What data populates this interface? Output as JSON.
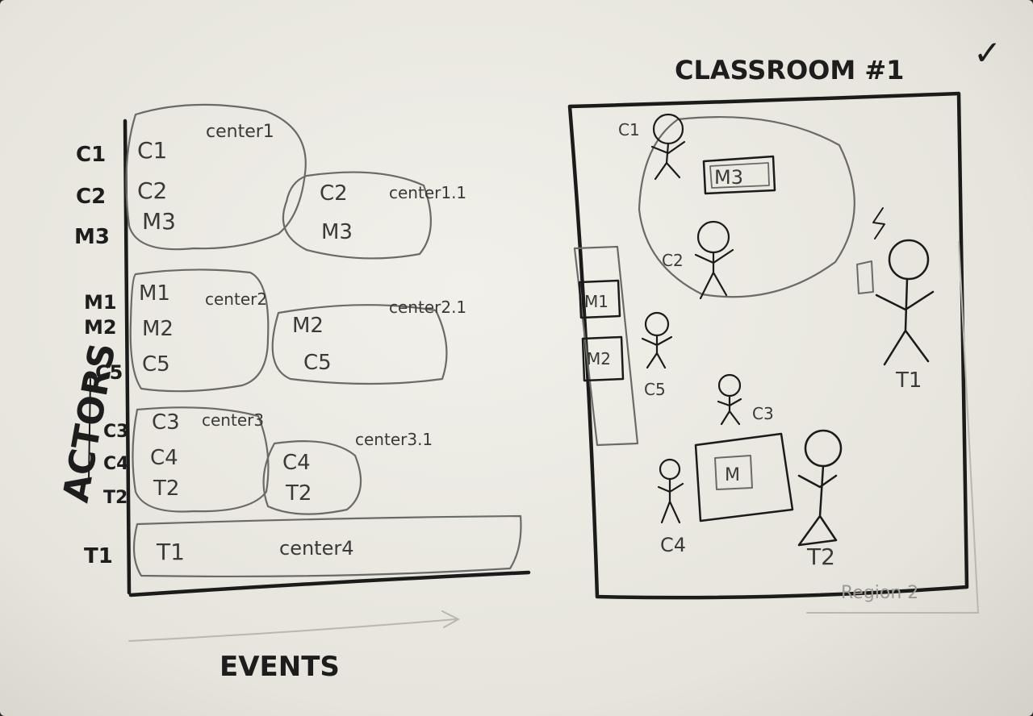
{
  "left_sketch": {
    "axis_y_label": "ACTORS",
    "axis_x_label": "EVENTS",
    "row_labels": [
      "C1",
      "C2",
      "M3",
      "M1",
      "M2",
      "C5",
      "C3",
      "C4",
      "T2",
      "T1"
    ],
    "blobs": [
      {
        "name": "center1",
        "items": [
          "C1",
          "C2",
          "M3"
        ]
      },
      {
        "name": "center1.1",
        "items": [
          "C2",
          "M3"
        ]
      },
      {
        "name": "center2",
        "items": [
          "M1",
          "M2",
          "C5"
        ]
      },
      {
        "name": "center2.1",
        "items": [
          "M2",
          "C5"
        ]
      },
      {
        "name": "center3",
        "items": [
          "C3",
          "C4",
          "T2"
        ]
      },
      {
        "name": "center3.1",
        "items": [
          "C4",
          "T2"
        ]
      },
      {
        "name": "center4",
        "items": [
          "T1"
        ]
      }
    ]
  },
  "right_sketch": {
    "title": "CLASSROOM #1",
    "check": "✓",
    "materials": [
      "M3",
      "M1",
      "M2",
      "M"
    ],
    "figures": [
      "C1",
      "C2",
      "C5",
      "C3",
      "C4",
      "T1",
      "T2"
    ],
    "region_label": "Region 2"
  },
  "colors": {
    "ink": "#1b1b1b",
    "pencil": "#6a6a66",
    "paper": "#ecebe4"
  }
}
